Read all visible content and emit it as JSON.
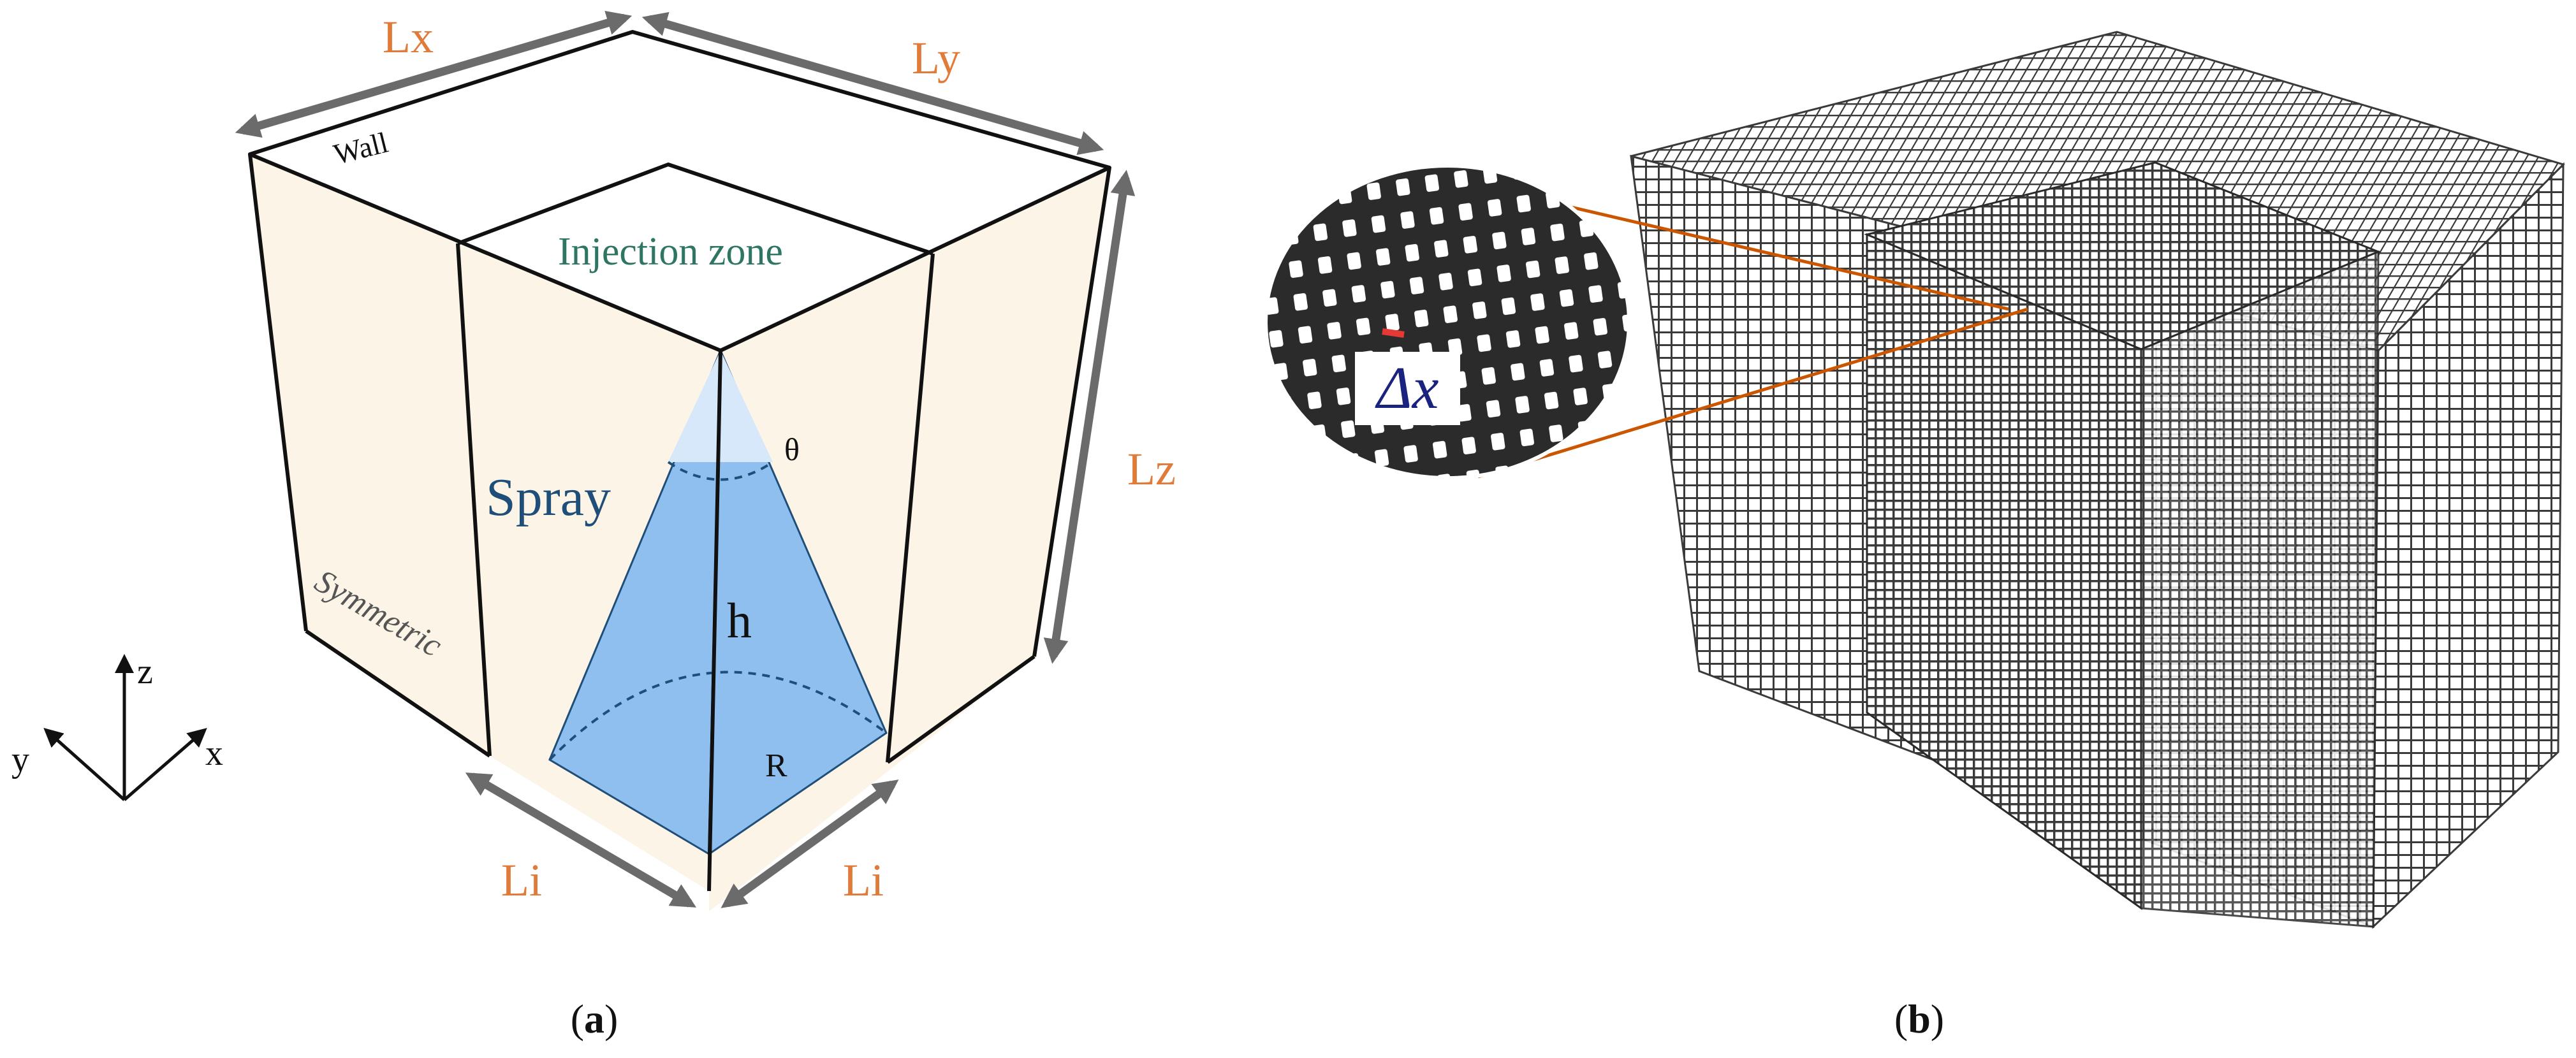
{
  "panel_a": {
    "caption_open": "(",
    "caption_letter": "a",
    "caption_close": ")",
    "labels": {
      "lx": "Lx",
      "ly": "Ly",
      "lz": "Lz",
      "li_left": "Li",
      "li_right": "Li",
      "wall": "Wall",
      "injection_zone": "Injection zone",
      "spray": "Spray",
      "theta": "θ",
      "height": "h",
      "radius": "R",
      "symmetric": "Symmetric"
    },
    "axes": {
      "x": "x",
      "y": "y",
      "z": "z"
    }
  },
  "panel_b": {
    "caption_open": "(",
    "caption_letter": "b",
    "caption_close": ")",
    "zoom_label": "Δx"
  },
  "colors": {
    "box_fill": "#fcf4e6",
    "dimension_arrow": "#6b6b6b",
    "dimension_label": "#e07b39",
    "spray_fill": "#8ebfee",
    "injection_text": "#2e7563",
    "spray_text": "#1f4e79",
    "zoom_line": "#cc5500",
    "delta_x_text": "#1a237e",
    "mesh_line": "#3a3a3a"
  }
}
